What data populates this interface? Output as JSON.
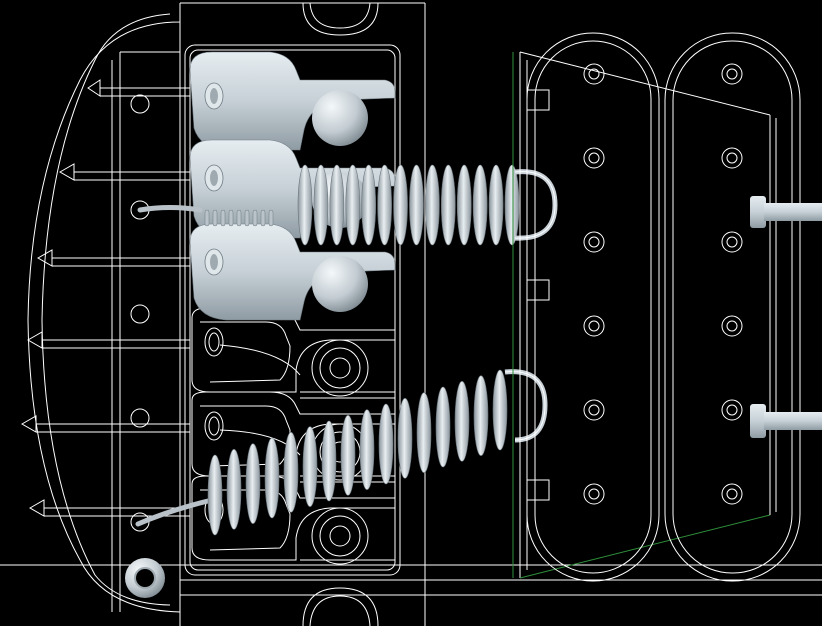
{
  "scene": {
    "description_hidden": false,
    "colors": {
      "background": "#000000",
      "wire": "#ffffff",
      "wire_dim": "#bfbfbf",
      "shaded": "#c8d2d8",
      "shaded_dark": "#8e9aa2",
      "shaded_light": "#e4ebef",
      "accent_green": "#2f8f3a"
    },
    "saddles_shaded": 3,
    "saddles_wireframe": 3,
    "springs": [
      {
        "name": "upper-spring",
        "coils": 14
      },
      {
        "name": "lower-spring",
        "coils": 16
      }
    ],
    "pickup_poles_per_column": 6,
    "pickup_columns": 2,
    "mount_screws": 2
  }
}
